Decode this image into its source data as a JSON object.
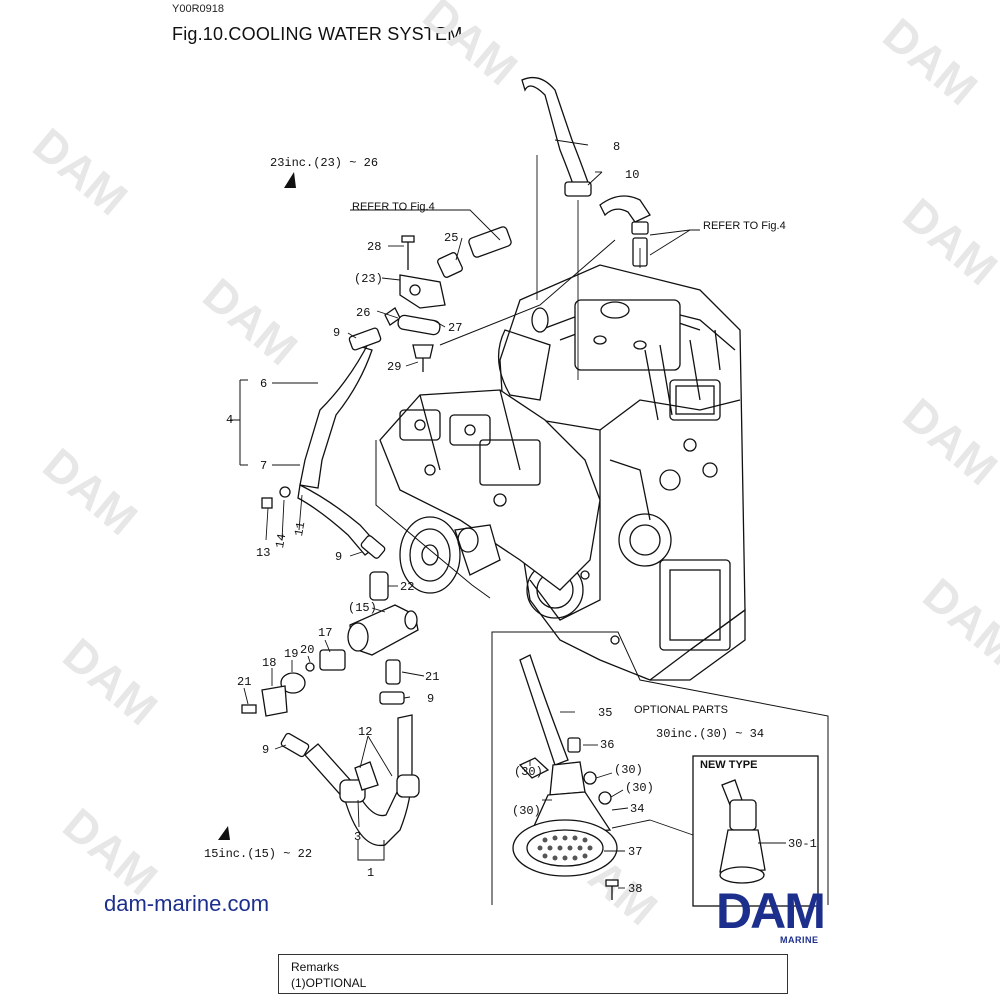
{
  "header": {
    "doc_code": "Y00R0918",
    "title": "Fig.10.COOLING WATER SYSTEM"
  },
  "watermark": {
    "text": "DAM"
  },
  "labels": {
    "p1": "1",
    "p3": "3",
    "p4": "4",
    "p6": "6",
    "p7": "7",
    "p8": "8",
    "p9a": "9",
    "p9b": "9",
    "p9c": "9",
    "p9d": "9",
    "p10": "10",
    "p11": "11",
    "p12": "12",
    "p13": "13",
    "p14": "14",
    "p15": "(15)",
    "p17": "17",
    "p18": "18",
    "p19": "19",
    "p20": "20",
    "p21a": "21",
    "p21b": "21",
    "p22": "22",
    "p23": "(23)",
    "p25": "25",
    "p26": "26",
    "p27": "27",
    "p28": "28",
    "p29": "29",
    "p30a": "(30)",
    "p30b": "(30)",
    "p30c": "(30)",
    "p30d": "(30)",
    "p30_1": "30-1",
    "p34": "34",
    "p35": "35",
    "p36": "36",
    "p37": "37",
    "p38": "38",
    "group23": "23inc.(23) ~ 26",
    "group15": "15inc.(15) ~ 22",
    "group30": "30inc.(30) ~ 34",
    "refer1": "REFER TO Fig.4",
    "refer2": "REFER TO Fig.4",
    "optional_parts": "OPTIONAL PARTS",
    "new_type": "NEW TYPE"
  },
  "footer": {
    "website": "dam-marine.com",
    "logo_text": "DAM",
    "logo_sub": "MARINE",
    "remarks_title": "Remarks",
    "remarks_item": "(1)OPTIONAL"
  },
  "colors": {
    "brand": "#1d2f8c",
    "line": "#111111",
    "watermark": "#e7e7e7"
  }
}
